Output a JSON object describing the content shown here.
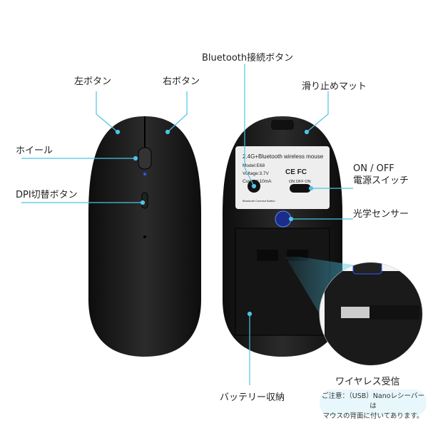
{
  "labels": {
    "left_button": "左ボタン",
    "right_button": "右ボタン",
    "wheel": "ホイール",
    "dpi_button": "DPI切替ボタン",
    "bluetooth_button": "Bluetooth接続ボタン",
    "anti_slip": "滑り止めマット",
    "power_switch_1": "ON / OFF",
    "power_switch_2": "電源スイッチ",
    "optical_sensor": "光学センサー",
    "wireless_receiver": "ワイヤレス受信",
    "battery": "バッテリー収納",
    "note_line1": "ご注意：（USB）Nanoレシーバーは",
    "note_line2": "マウスの背面に付いてあります。"
  },
  "sticker": {
    "title": "2.4G+Bluetooth wireless mouse",
    "model": "Model:E68",
    "voltage": "Voltage:3.7V",
    "current": "Current:10mA",
    "certs": "CE FC",
    "switch": "ON  OFF  ON",
    "bt_button": "Bluetooth Connect Button"
  },
  "colors": {
    "callout": "#4cc4e4",
    "mouse": "#1a1a1a",
    "led": "#2a5cff"
  }
}
